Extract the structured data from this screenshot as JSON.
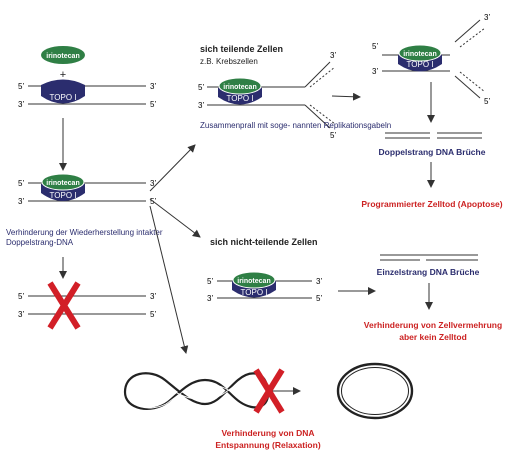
{
  "drug": "irinotecan",
  "enzyme": "TOPO I",
  "colors": {
    "drug_fill": "#2f7f45",
    "enzyme_fill": "#2b2d6e",
    "strand": "#333333",
    "arrow": "#333333",
    "caption_blue": "#2b2d6e",
    "caption_red": "#cc2222",
    "block_x": "#d21f27"
  },
  "icons": {
    "block": "red-x-icon",
    "arrow": "arrow-icon"
  },
  "ends": {
    "five": "5’",
    "three": "3’"
  },
  "plus": "+",
  "inhibition": "Verhinderung  der Wiederherstellung intakter Doppelstrang-DNA",
  "dividing": {
    "title": "sich teilende Zellen",
    "subtitle": "z.B. Krebszellen",
    "collision": "Zusammenprall mit soge- nannten Replikationsgabeln",
    "break_label": "Doppelstrang DNA Brüche",
    "outcome": "Programmierter Zelltod (Apoptose)"
  },
  "nondividing": {
    "title": "sich nicht-teilende Zellen",
    "break_label": "Einzelstrang DNA Brüche",
    "outcome_line1": "Verhinderung von Zellvermehrung",
    "outcome_line2": "aber kein  Zelltod"
  },
  "relaxation": {
    "line1": "Verhinderung von DNA",
    "line2": "Entspannung (Relaxation)"
  }
}
